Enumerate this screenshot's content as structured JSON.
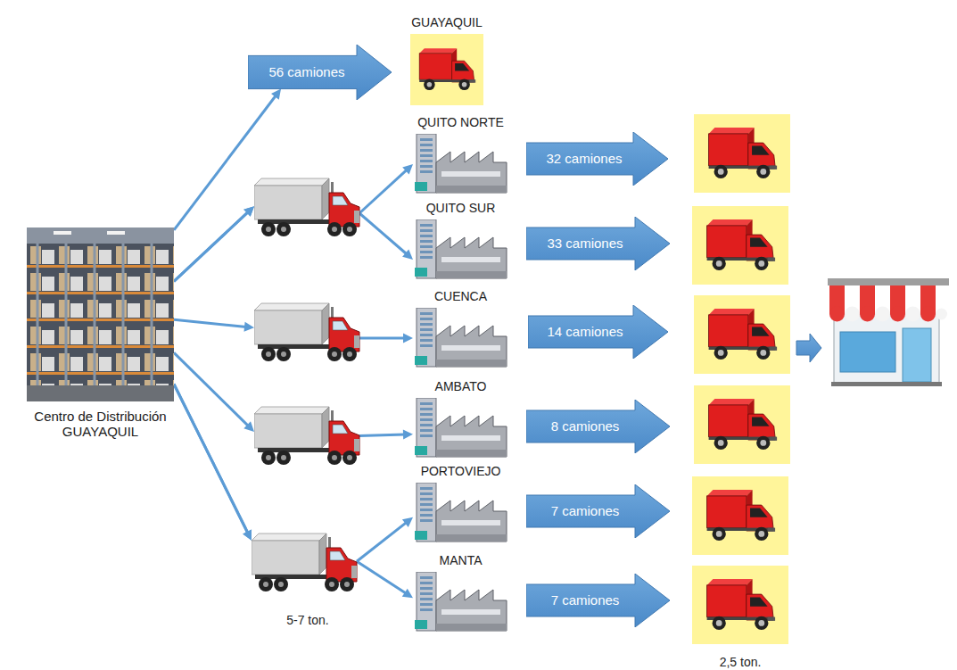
{
  "diagram": {
    "nodes": [
      {
        "text": [
          "Centro de Distribución GUAYAQUIL"
        ]
      },
      {
        "text": [
          "56 camiones"
        ]
      },
      {
        "text": [
          "GUAYAQUIL"
        ]
      },
      {
        "text": [
          "QUITO NORTE"
        ]
      },
      {
        "text": [
          "32 camiones"
        ]
      },
      {
        "text": [
          "QUITO SUR"
        ]
      },
      {
        "text": [
          "33 camiones"
        ]
      },
      {
        "text": [
          "CUENCA"
        ]
      },
      {
        "text": [
          "14 camiones"
        ]
      },
      {
        "text": [
          "AMBATO"
        ]
      },
      {
        "text": [
          "8 camiones"
        ]
      },
      {
        "text": [
          "PORTOVIEJO"
        ]
      },
      {
        "text": [
          "7 camiones"
        ]
      },
      {
        "text": [
          "MANTA"
        ]
      },
      {
        "text": [
          "7 camiones"
        ]
      }
    ],
    "edges": [
      {
        "from": 0,
        "to": 1,
        "arrow": "to"
      },
      {
        "from": 0,
        "to": 3,
        "arrow": "to"
      },
      {
        "from": 0,
        "to": 5,
        "arrow": "to"
      },
      {
        "from": 0,
        "to": 7,
        "arrow": "to"
      },
      {
        "from": 0,
        "to": 9,
        "arrow": "to"
      },
      {
        "from": 0,
        "to": 11,
        "arrow": "to"
      },
      {
        "from": 0,
        "to": 13,
        "arrow": "to"
      }
    ],
    "labels": [
      "5-7 ton.",
      "2,5 ton."
    ]
  }
}
